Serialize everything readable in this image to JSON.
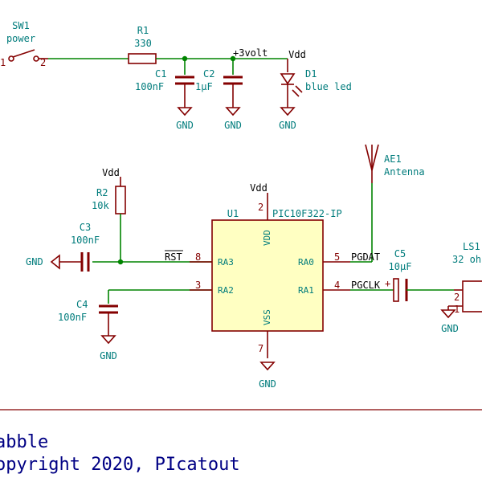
{
  "sw1": {
    "ref": "SW1",
    "value": "power",
    "pin1": "1",
    "pin2": "2"
  },
  "r1": {
    "ref": "R1",
    "value": "330"
  },
  "c1": {
    "ref": "C1",
    "value": "100nF"
  },
  "c2": {
    "ref": "C2",
    "value": "1µF"
  },
  "d1": {
    "ref": "D1",
    "value": "blue led"
  },
  "net_3volt": "+3volt",
  "vdd": "Vdd",
  "gnd": "GND",
  "ae1": {
    "ref": "AE1",
    "value": "Antenna"
  },
  "r2": {
    "ref": "R2",
    "value": "10k"
  },
  "c3": {
    "ref": "C3",
    "value": "100nF"
  },
  "c4": {
    "ref": "C4",
    "value": "100nF"
  },
  "c5": {
    "ref": "C5",
    "value": "10µF",
    "plus": "+"
  },
  "u1": {
    "ref": "U1",
    "value": "PIC10F322-IP",
    "pins": [
      {
        "num": "2",
        "name": "VDD"
      },
      {
        "num": "8",
        "name": "RA3"
      },
      {
        "num": "3",
        "name": "RA2"
      },
      {
        "num": "5",
        "name": "RA0"
      },
      {
        "num": "4",
        "name": "RA1"
      },
      {
        "num": "7",
        "name": "VSS"
      }
    ]
  },
  "nets": {
    "rst": "RST",
    "pgdat": "PGDAT",
    "pgclk": "PGCLK"
  },
  "ls1": {
    "ref": "LS1",
    "value": "32 oh",
    "pin1": "1",
    "pin2": "2"
  },
  "title_block": {
    "line1": "abble",
    "line2": "opyright 2020, PIcatout"
  }
}
